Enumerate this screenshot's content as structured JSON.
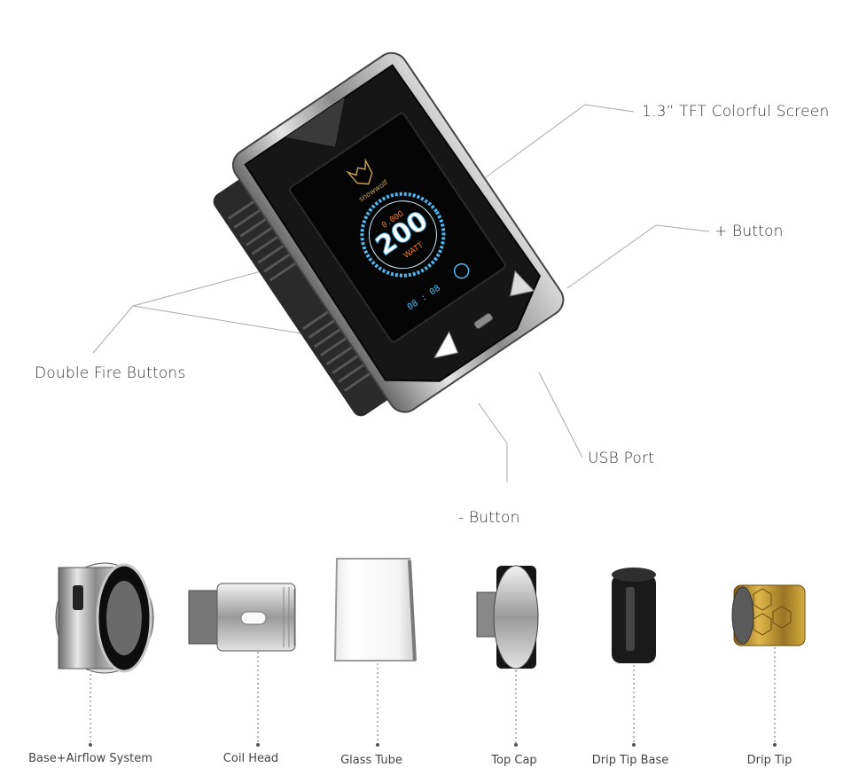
{
  "device": {
    "brand": "snowwolf",
    "screen": {
      "resistance": "0.00Ω",
      "power": "200",
      "unit": "WATT",
      "time": "08 : 08",
      "mode_icon": "s-mode-icon"
    }
  },
  "callouts": {
    "screen": "1.3”  TFT Colorful Screen",
    "plus_button": "+ Button",
    "fire_buttons": "Double Fire Buttons",
    "usb": "USB Port",
    "minus_button": "- Button"
  },
  "parts": [
    {
      "label": "Base+Airflow System"
    },
    {
      "label": "Coil Head"
    },
    {
      "label": "Glass Tube"
    },
    {
      "label": "Top Cap"
    },
    {
      "label": "Drip Tip Base"
    },
    {
      "label": "Drip Tip"
    }
  ],
  "colors": {
    "leader": "#9a9a9a",
    "screen_accent": "#4fb8f0",
    "warn": "#f07a2a",
    "drip_tip_gold": "#b8902c"
  }
}
